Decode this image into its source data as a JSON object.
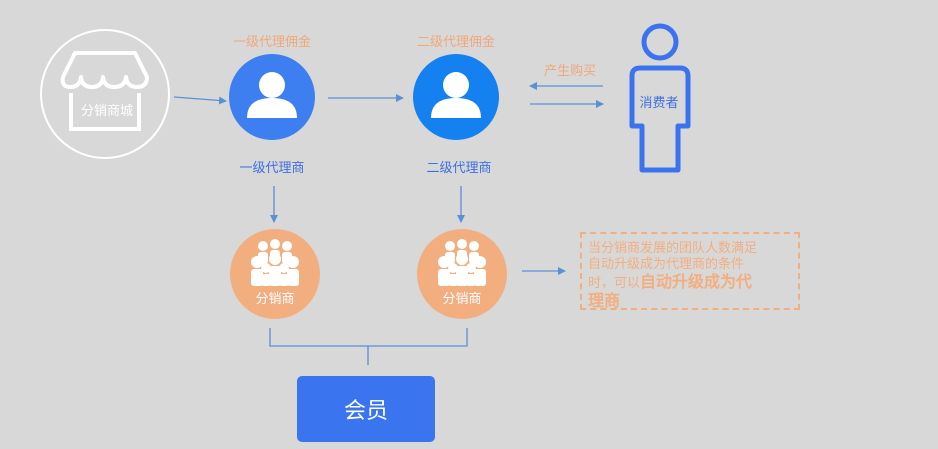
{
  "store": {
    "label": "分销商城"
  },
  "agents": [
    {
      "commission": "一级代理佣金",
      "name": "一级代理商"
    },
    {
      "commission": "二级代理佣金",
      "name": "二级代理商"
    }
  ],
  "consumer": {
    "label": "消费者",
    "action": "产生购买"
  },
  "distributors": [
    {
      "label": "分销商"
    },
    {
      "label": "分销商"
    }
  ],
  "note": {
    "line1": "当分销商发展的团队人数满足",
    "line2": "自动升级成为代理商的条件",
    "line3_prefix": "时，可以",
    "line3_bold": "自动升级成为代",
    "line4_bold": "理商"
  },
  "member": {
    "label": "会员"
  },
  "colors": {
    "background": "#d8d8d8",
    "agent_blue": "#3d7ff0",
    "agent_blue_2": "#1580f0",
    "distributor_orange": "#f3ae80",
    "arrow": "#5b8fd6",
    "consumer_outline": "#3b73ef",
    "member_button": "#3b74ef"
  }
}
